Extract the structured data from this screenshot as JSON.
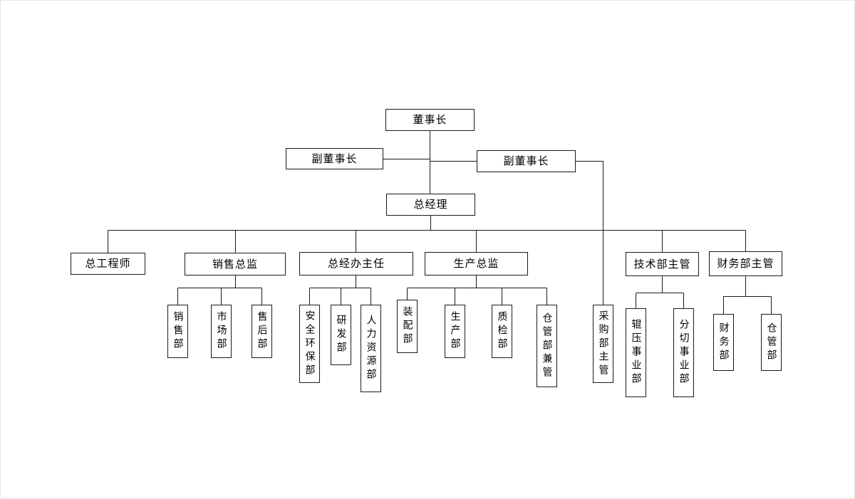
{
  "org_chart": {
    "colors": {
      "background": "#ffffff",
      "line": "#1a1a1a",
      "box_border": "#1a1a1a",
      "text": "#000000"
    },
    "nodes": {
      "chairman": {
        "label": "董事长"
      },
      "vice_chairman_left": {
        "label": "副董事长"
      },
      "vice_chairman_right": {
        "label": "副董事长"
      },
      "general_manager": {
        "label": "总经理"
      },
      "chief_engineer": {
        "label": "总工程师"
      },
      "sales_director": {
        "label": "销售总监"
      },
      "office_director": {
        "label": "总经办主任"
      },
      "production_director": {
        "label": "生产总监"
      },
      "tech_manager": {
        "label": "技术部主管"
      },
      "finance_manager": {
        "label": "财务部主管"
      },
      "sales_dept": {
        "label": "销售部"
      },
      "market_dept": {
        "label": "市场部"
      },
      "aftersales_dept": {
        "label": "售后部"
      },
      "safety_env_dept": {
        "label": "安全环保部"
      },
      "rd_dept": {
        "label": "研发部"
      },
      "hr_dept": {
        "label": "人力资源部"
      },
      "assembly_dept": {
        "label": "装配部"
      },
      "production_dept": {
        "label": "生产部"
      },
      "quality_dept": {
        "label": "质检部"
      },
      "warehouse_concurrent_dept": {
        "label": "仓管部兼管"
      },
      "purchasing_manager": {
        "label": "采购部主管"
      },
      "rolling_division": {
        "label": "辊压事业部"
      },
      "slitting_division": {
        "label": "分切事业部"
      },
      "finance_dept": {
        "label": "财务部"
      },
      "warehouse_dept": {
        "label": "仓管部"
      }
    },
    "edges": [
      [
        "chairman",
        "vice_chairman_left"
      ],
      [
        "chairman",
        "vice_chairman_right"
      ],
      [
        "chairman",
        "general_manager"
      ],
      [
        "vice_chairman_right",
        "purchasing_manager"
      ],
      [
        "general_manager",
        "chief_engineer"
      ],
      [
        "general_manager",
        "sales_director"
      ],
      [
        "general_manager",
        "office_director"
      ],
      [
        "general_manager",
        "production_director"
      ],
      [
        "general_manager",
        "tech_manager"
      ],
      [
        "general_manager",
        "finance_manager"
      ],
      [
        "sales_director",
        "sales_dept"
      ],
      [
        "sales_director",
        "market_dept"
      ],
      [
        "sales_director",
        "aftersales_dept"
      ],
      [
        "office_director",
        "safety_env_dept"
      ],
      [
        "office_director",
        "rd_dept"
      ],
      [
        "office_director",
        "hr_dept"
      ],
      [
        "production_director",
        "assembly_dept"
      ],
      [
        "production_director",
        "production_dept"
      ],
      [
        "production_director",
        "quality_dept"
      ],
      [
        "production_director",
        "warehouse_concurrent_dept"
      ],
      [
        "tech_manager",
        "rolling_division"
      ],
      [
        "tech_manager",
        "slitting_division"
      ],
      [
        "finance_manager",
        "finance_dept"
      ],
      [
        "finance_manager",
        "warehouse_dept"
      ]
    ]
  }
}
